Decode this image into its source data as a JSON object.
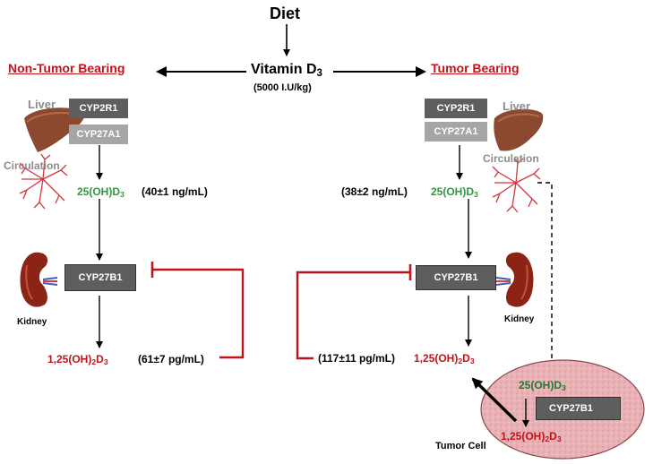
{
  "title": "Diet",
  "vitamin": {
    "name": "Vitamin D",
    "sub": "3",
    "dose": "(5000 I.U/kg)"
  },
  "left": {
    "heading": "Non-Tumor Bearing",
    "liver_label": "Liver",
    "enzyme1": "CYP2R1",
    "enzyme2": "CYP27A1",
    "circulation_label": "Circulation",
    "metabolite": {
      "pre": "25(OH)D",
      "sub": "3"
    },
    "metabolite_value": "(40±1 ng/mL)",
    "kidney_enzyme": "CYP27B1",
    "kidney_label": "Kidney",
    "active": {
      "pre": "1,25(OH)",
      "sub1": "2",
      "mid": "D",
      "sub2": "3"
    },
    "active_value": "(61±7 pg/mL)"
  },
  "right": {
    "heading": "Tumor Bearing",
    "liver_label": "Liver",
    "enzyme1": "CYP2R1",
    "enzyme2": "CYP27A1",
    "circulation_label": "Circulation",
    "metabolite": {
      "pre": "25(OH)D",
      "sub": "3"
    },
    "metabolite_value": "(38±2 ng/mL)",
    "kidney_enzyme": "CYP27B1",
    "kidney_label": "Kidney",
    "active": {
      "pre": "1,25(OH)",
      "sub1": "2",
      "mid": "D",
      "sub2": "3"
    },
    "active_value": "(117±11 pg/mL)"
  },
  "tumor": {
    "label": "Tumor Cell",
    "metabolite": {
      "pre": "25(OH)D",
      "sub": "3"
    },
    "enzyme": "CYP27B1",
    "active": {
      "pre": "1,25(OH)",
      "sub1": "2",
      "mid": "D",
      "sub2": "3"
    }
  },
  "colors": {
    "heading_red": "#c0141b",
    "metabolite_green": "#2e9a3c",
    "active_red": "#c0141b",
    "enzyme_dark": "#5e5e5e",
    "enzyme_light": "#a6a6a6",
    "tumor_fill": "#e8b2b6",
    "up_arrow": "#f6e600"
  },
  "icons": [
    "liver-icon",
    "circulation-icon",
    "kidney-icon",
    "up-arrow-icon"
  ]
}
